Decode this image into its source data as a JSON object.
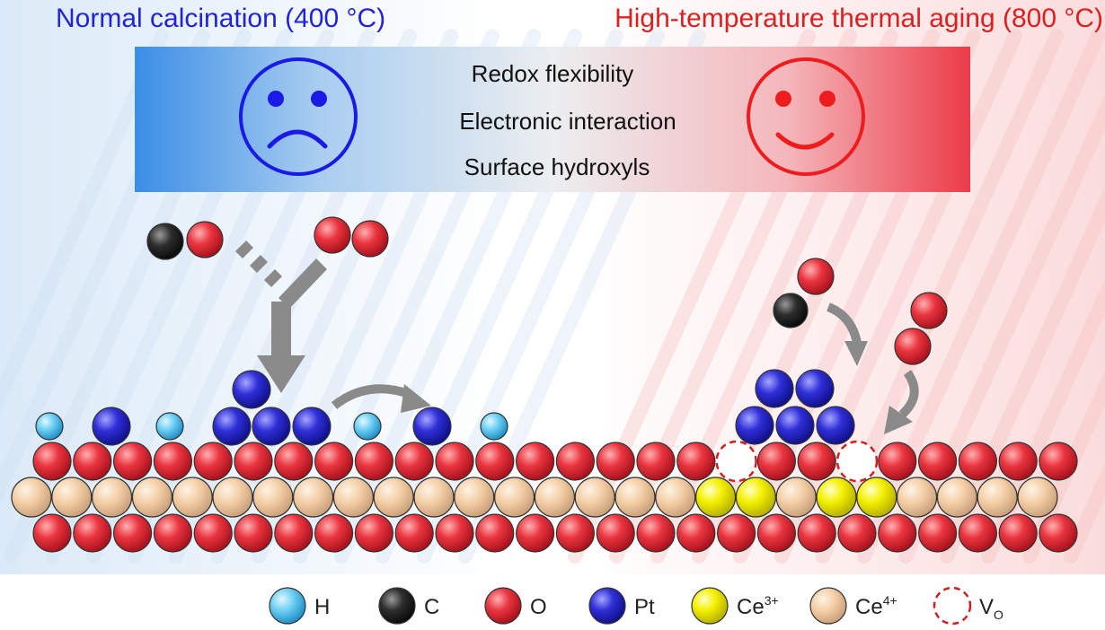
{
  "titles": {
    "left": "Normal calcination (400 °C)",
    "right": "High-temperature thermal aging (800 °C)"
  },
  "properties": [
    "Redox flexibility",
    "Electronic interaction",
    "Surface hydroxyls"
  ],
  "faces": {
    "left": {
      "icon": "sad-face-icon",
      "color": "#1a1ae6"
    },
    "right": {
      "icon": "happy-face-icon",
      "color": "#ee1c1c"
    }
  },
  "legend": [
    {
      "key": "H",
      "label": "H",
      "color": "#5bc8ef"
    },
    {
      "key": "C",
      "label": "C",
      "color": "#222222"
    },
    {
      "key": "O",
      "label": "O",
      "color": "#e8303a"
    },
    {
      "key": "Pt",
      "label": "Pt",
      "color": "#2424c8"
    },
    {
      "key": "Ce3",
      "label": "Ce",
      "sup": "3+",
      "color": "#f2f000"
    },
    {
      "key": "Ce4",
      "label": "Ce",
      "sup": "4+",
      "color": "#f3cfa6"
    },
    {
      "key": "VO",
      "label": "V",
      "sub": "O",
      "color": "#d02020",
      "vacancy": true
    }
  ],
  "colors": {
    "blue_title": "#2222dd",
    "red_title": "#dd1f1f",
    "arrow": "#8a8a8a"
  }
}
